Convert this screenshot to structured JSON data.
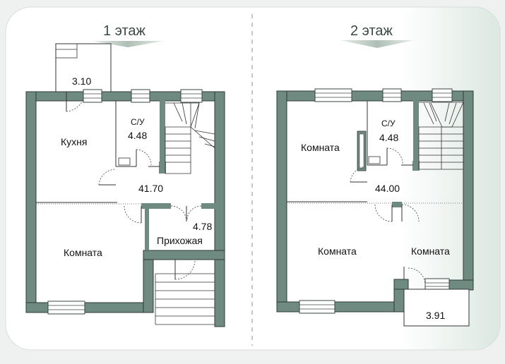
{
  "floors": [
    {
      "title": "1 этаж",
      "rooms": {
        "balcony": "3.10",
        "kitchen": "Кухня",
        "bath_label": "С/У",
        "bath_area": "4.48",
        "hall_area": "41.70",
        "room": "Комната",
        "entry": "Прихожая",
        "entry_area": "4.78"
      }
    },
    {
      "title": "2 этаж",
      "rooms": {
        "room_left": "Комната",
        "bath_label": "С/У",
        "bath_area": "4.48",
        "hall_area": "44.00",
        "room_bottom_left": "Комната",
        "room_bottom_right": "Комната",
        "balcony": "3.91"
      }
    }
  ],
  "colors": {
    "wall": "#6f8a80",
    "arrow": "#b9c8bf"
  }
}
